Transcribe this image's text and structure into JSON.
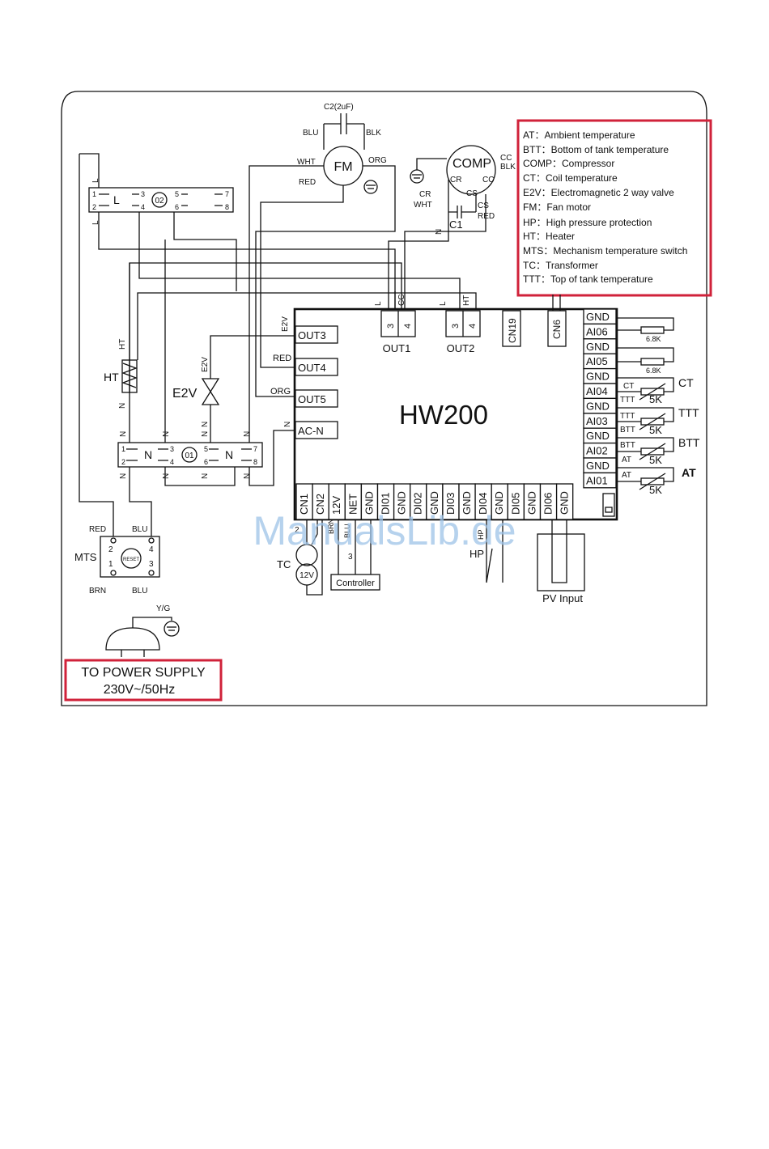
{
  "legend": [
    "AT：Ambient temperature",
    "BTT：Bottom of tank temperature",
    "COMP：Compressor",
    "CT：Coil temperature",
    "E2V：Electromagnetic 2 way valve",
    "FM：Fan motor",
    "HP：High pressure protection",
    "HT：Heater",
    "MTS：Mechanism temperature switch",
    "TC：Transformer",
    "TTT：Top of tank temperature"
  ],
  "power_supply": {
    "line1": "TO POWER SUPPLY",
    "line2": "230V~/50Hz"
  },
  "board": {
    "name": "HW200",
    "left_ports": [
      "OUT3",
      "OUT4",
      "OUT5",
      "AC-N"
    ],
    "left_port_wires": [
      "E2V",
      "RED",
      "ORG",
      "N"
    ],
    "top_groups": [
      {
        "pins": [
          "3",
          "4"
        ],
        "label": "OUT1",
        "wires": [
          "L",
          "CC"
        ]
      },
      {
        "pins": [
          "3",
          "4"
        ],
        "label": "OUT2",
        "wires": [
          "L",
          "HT"
        ]
      }
    ],
    "top_cn": [
      "CN19",
      "CN6"
    ],
    "right_pins": [
      "GND",
      "AI06",
      "GND",
      "AI05",
      "GND",
      "AI04",
      "GND",
      "AI03",
      "GND",
      "AI02",
      "GND",
      "AI01"
    ],
    "bottom_pins": [
      "CN1",
      "CN2",
      "12V",
      "NET",
      "GND",
      "DI01",
      "GND",
      "DI02",
      "GND",
      "DI03",
      "GND",
      "DI04",
      "GND",
      "DI05",
      "GND",
      "DI06",
      "GND"
    ]
  },
  "sensors": {
    "resistor_ai06": "6.8K",
    "resistor_ai05": "6.8K",
    "ct": {
      "tag": "CT",
      "value": "5K",
      "label": "CT"
    },
    "ttt": {
      "tag": "TTT",
      "value": "5K",
      "label": "TTT"
    },
    "btt": {
      "tag": "BTT",
      "value": "5K",
      "label": "BTT"
    },
    "at": {
      "tag": "AT",
      "value": "5K",
      "label": "AT"
    },
    "small_ct": "CT",
    "small_ttt": "TTT",
    "small_btt": "BTT",
    "small_at": "AT"
  },
  "fan_motor": {
    "label": "FM",
    "capacitor": "C2(2uF)",
    "wires": [
      "BLU",
      "BLK",
      "WHT",
      "ORG",
      "RED"
    ]
  },
  "compressor": {
    "label": "COMP",
    "terminals": [
      "CR",
      "CC",
      "CS"
    ],
    "wires": [
      "CC",
      "BLK",
      "CR",
      "WHT",
      "CS",
      "RED",
      "N"
    ],
    "capacitor": "C1"
  },
  "relay_top": {
    "label": "L",
    "code": "02",
    "pins": [
      "1",
      "2",
      "3",
      "4",
      "5",
      "6",
      "7",
      "8"
    ],
    "side": "L"
  },
  "relay_bottom": {
    "left": "N",
    "right": "N",
    "code": "01",
    "pins": [
      "1",
      "2",
      "3",
      "4",
      "5",
      "6",
      "7",
      "8"
    ]
  },
  "heater": {
    "label": "HT",
    "wire_top": "HT",
    "wire_bottom": "N"
  },
  "valve": {
    "label": "E2V",
    "wire_top": "E2V",
    "wire_bottom": "N"
  },
  "mts": {
    "label": "MTS",
    "reset": "RESET",
    "wires": [
      "RED",
      "BLU",
      "BRN",
      "BLU"
    ],
    "pins": [
      "2",
      "4",
      "1",
      "3"
    ]
  },
  "plug": {
    "earth": "Y/G"
  },
  "transformer": {
    "label": "TC",
    "value": "12V",
    "pin": "2",
    "wire": "BRN",
    "wire2": "BLU"
  },
  "controller": {
    "label": "Controller",
    "pin": "3"
  },
  "hp": {
    "label": "HP",
    "wire": "HP"
  },
  "pv": {
    "label": "PV Input"
  },
  "misc": {
    "n_letter": "N",
    "l_letter": "L"
  },
  "watermark": "ManualsLib.de"
}
